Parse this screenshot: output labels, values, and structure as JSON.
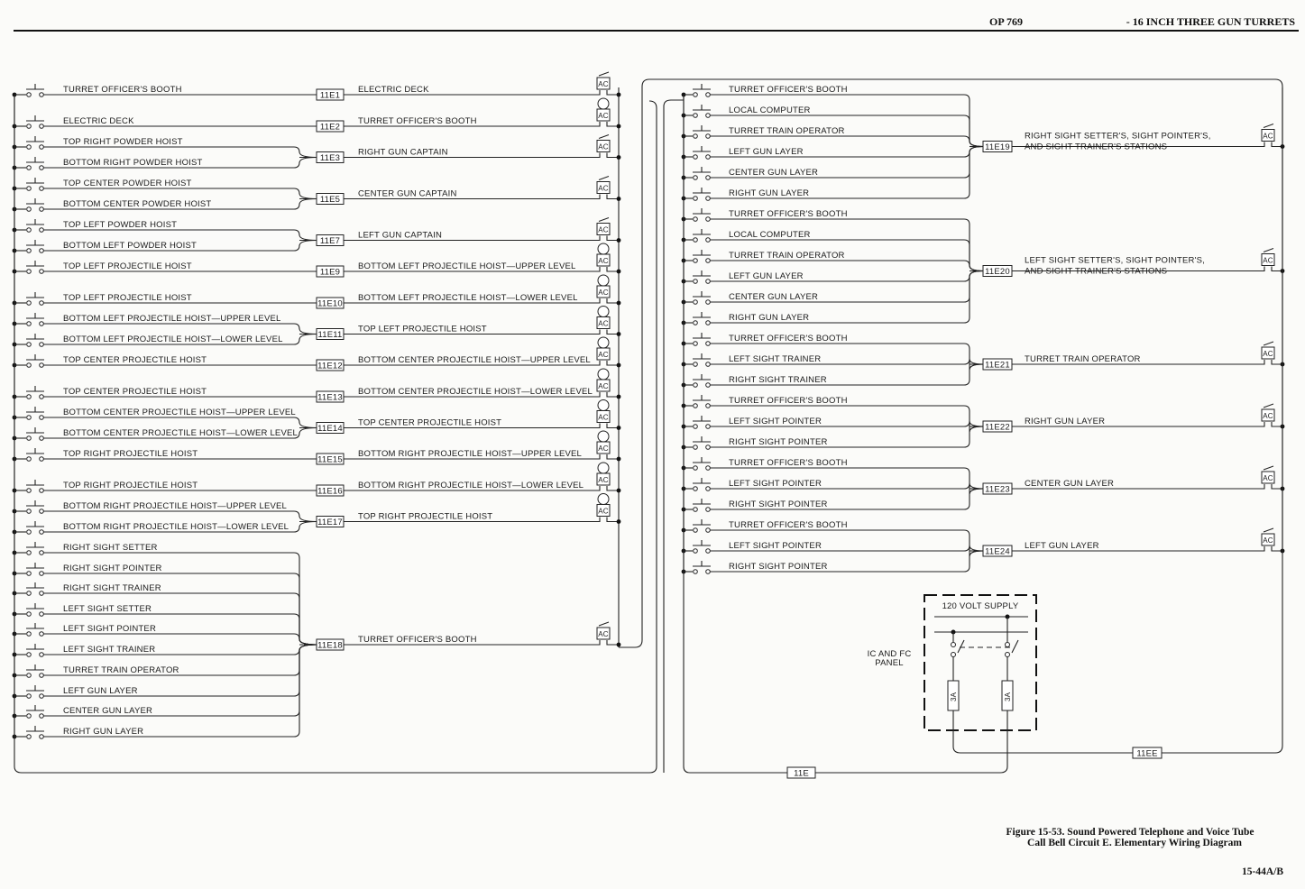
{
  "header": {
    "doc_number": "OP 769",
    "title": "- 16 INCH THREE GUN TURRETS"
  },
  "left_circuits": [
    {
      "tag": "11E1",
      "sources": [
        "TURRET OFFICER'S BOOTH"
      ],
      "destination": [
        "ELECTRIC DECK"
      ],
      "device": "horn-icon",
      "device_label": "AC"
    },
    {
      "tag": "11E2",
      "sources": [
        "ELECTRIC DECK"
      ],
      "destination": [
        "TURRET OFFICER'S BOOTH"
      ],
      "device": "bell-icon",
      "device_label": "AC"
    },
    {
      "tag": "11E3",
      "sources": [
        "TOP RIGHT POWDER HOIST",
        "BOTTOM RIGHT POWDER HOIST"
      ],
      "destination": [
        "RIGHT GUN CAPTAIN"
      ],
      "device": "horn-icon",
      "device_label": "AC"
    },
    {
      "tag": "11E5",
      "sources": [
        "TOP CENTER POWDER HOIST",
        "BOTTOM CENTER POWDER HOIST"
      ],
      "destination": [
        "CENTER GUN CAPTAIN"
      ],
      "device": "horn-icon",
      "device_label": "AC"
    },
    {
      "tag": "11E7",
      "sources": [
        "TOP LEFT POWDER HOIST",
        "BOTTOM LEFT POWDER HOIST"
      ],
      "destination": [
        "LEFT GUN CAPTAIN"
      ],
      "device": "horn-icon",
      "device_label": "AC"
    },
    {
      "tag": "11E9",
      "sources": [
        "TOP LEFT PROJECTILE HOIST"
      ],
      "destination": [
        "BOTTOM LEFT PROJECTILE HOIST—UPPER LEVEL"
      ],
      "device": "bell-icon",
      "device_label": "AC"
    },
    {
      "tag": "11E10",
      "sources": [
        "TOP LEFT PROJECTILE HOIST"
      ],
      "destination": [
        "BOTTOM LEFT PROJECTILE HOIST—LOWER LEVEL"
      ],
      "device": "bell-icon",
      "device_label": "AC"
    },
    {
      "tag": "11E11",
      "sources": [
        "BOTTOM LEFT PROJECTILE HOIST—UPPER LEVEL",
        "BOTTOM LEFT PROJECTILE HOIST—LOWER LEVEL"
      ],
      "destination": [
        "TOP LEFT PROJECTILE HOIST"
      ],
      "device": "bell-icon",
      "device_label": "AC"
    },
    {
      "tag": "11E12",
      "sources": [
        "TOP CENTER PROJECTILE HOIST"
      ],
      "destination": [
        "BOTTOM CENTER PROJECTILE HOIST—UPPER LEVEL"
      ],
      "device": "bell-icon",
      "device_label": "AC"
    },
    {
      "tag": "11E13",
      "sources": [
        "TOP CENTER PROJECTILE HOIST"
      ],
      "destination": [
        "BOTTOM CENTER PROJECTILE HOIST—LOWER LEVEL"
      ],
      "device": "bell-icon",
      "device_label": "AC"
    },
    {
      "tag": "11E14",
      "sources": [
        "BOTTOM CENTER PROJECTILE HOIST—UPPER LEVEL",
        "BOTTOM CENTER PROJECTILE HOIST—LOWER LEVEL"
      ],
      "destination": [
        "TOP CENTER PROJECTILE HOIST"
      ],
      "device": "bell-icon",
      "device_label": "AC"
    },
    {
      "tag": "11E15",
      "sources": [
        "TOP RIGHT PROJECTILE HOIST"
      ],
      "destination": [
        "BOTTOM RIGHT PROJECTILE HOIST—UPPER LEVEL"
      ],
      "device": "bell-icon",
      "device_label": "AC"
    },
    {
      "tag": "11E16",
      "sources": [
        "TOP RIGHT PROJECTILE HOIST"
      ],
      "destination": [
        "BOTTOM RIGHT PROJECTILE HOIST—LOWER LEVEL"
      ],
      "device": "bell-icon",
      "device_label": "AC"
    },
    {
      "tag": "11E17",
      "sources": [
        "BOTTOM RIGHT PROJECTILE HOIST—UPPER LEVEL",
        "BOTTOM RIGHT PROJECTILE HOIST—LOWER LEVEL"
      ],
      "destination": [
        "TOP RIGHT PROJECTILE HOIST"
      ],
      "device": "bell-icon",
      "device_label": "AC"
    },
    {
      "tag": "11E18",
      "sources": [
        "RIGHT SIGHT SETTER",
        "RIGHT SIGHT POINTER",
        "RIGHT SIGHT TRAINER",
        "LEFT SIGHT SETTER",
        "LEFT SIGHT POINTER",
        "LEFT SIGHT TRAINER",
        "TURRET TRAIN OPERATOR",
        "LEFT GUN LAYER",
        "CENTER GUN LAYER",
        "RIGHT GUN LAYER"
      ],
      "destination": [
        "TURRET OFFICER'S BOOTH"
      ],
      "device": "horn-icon",
      "device_label": "AC"
    }
  ],
  "right_circuits": [
    {
      "tag": "11E19",
      "sources": [
        "TURRET OFFICER'S BOOTH",
        "LOCAL COMPUTER",
        "TURRET TRAIN OPERATOR",
        "LEFT GUN LAYER",
        "CENTER GUN LAYER",
        "RIGHT GUN LAYER"
      ],
      "destination": [
        "RIGHT SIGHT SETTER'S, SIGHT POINTER'S,",
        "AND SIGHT TRAINER'S STATIONS"
      ],
      "device": "horn-icon",
      "device_label": "AC"
    },
    {
      "tag": "11E20",
      "sources": [
        "TURRET OFFICER'S BOOTH",
        "LOCAL COMPUTER",
        "TURRET TRAIN OPERATOR",
        "LEFT GUN LAYER",
        "CENTER GUN LAYER",
        "RIGHT GUN LAYER"
      ],
      "destination": [
        "LEFT SIGHT SETTER'S, SIGHT POINTER'S,",
        "AND SIGHT TRAINER'S STATIONS"
      ],
      "device": "horn-icon",
      "device_label": "AC"
    },
    {
      "tag": "11E21",
      "sources": [
        "TURRET OFFICER'S BOOTH",
        "LEFT SIGHT TRAINER",
        "RIGHT SIGHT TRAINER"
      ],
      "destination": [
        "TURRET TRAIN OPERATOR"
      ],
      "device": "horn-icon",
      "device_label": "AC"
    },
    {
      "tag": "11E22",
      "sources": [
        "TURRET OFFICER'S BOOTH",
        "LEFT SIGHT POINTER",
        "RIGHT SIGHT POINTER"
      ],
      "destination": [
        "RIGHT GUN LAYER"
      ],
      "device": "horn-icon",
      "device_label": "AC"
    },
    {
      "tag": "11E23",
      "sources": [
        "TURRET OFFICER'S BOOTH",
        "LEFT SIGHT POINTER",
        "RIGHT SIGHT POINTER"
      ],
      "destination": [
        "CENTER GUN LAYER"
      ],
      "device": "horn-icon",
      "device_label": "AC"
    },
    {
      "tag": "11E24",
      "sources": [
        "TURRET OFFICER'S BOOTH",
        "LEFT SIGHT POINTER",
        "RIGHT SIGHT POINTER"
      ],
      "destination": [
        "LEFT GUN LAYER"
      ],
      "device": "horn-icon",
      "device_label": "AC"
    }
  ],
  "power_panel": {
    "supply_label": "120 VOLT SUPPLY",
    "panel_label": [
      "IC AND FC",
      "PANEL"
    ],
    "fuses": [
      "3A",
      "3A"
    ],
    "return_tag": "11EE",
    "bus_tag": "11E"
  },
  "caption": {
    "line1": "Figure 15-53.  Sound Powered Telephone and Voice Tube",
    "line2": "Call Bell Circuit E.   Elementary Wiring Diagram"
  },
  "page_number": "15-44A/B"
}
